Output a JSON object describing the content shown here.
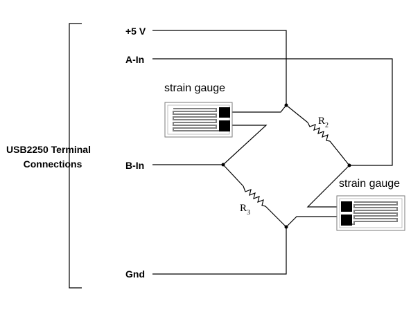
{
  "terminal_block": {
    "title_line1": "USB2250 Terminal",
    "title_line2": "Connections",
    "terminals": {
      "plus5v": "+5 V",
      "a_in": "A-In",
      "b_in": "B-In",
      "gnd": "Gnd"
    }
  },
  "bridge": {
    "r2": {
      "letter": "R",
      "subscript": "2"
    },
    "r3": {
      "letter": "R",
      "subscript": "3"
    },
    "gauge_top": {
      "label": "strain gauge"
    },
    "gauge_bottom": {
      "label": "strain gauge"
    }
  }
}
